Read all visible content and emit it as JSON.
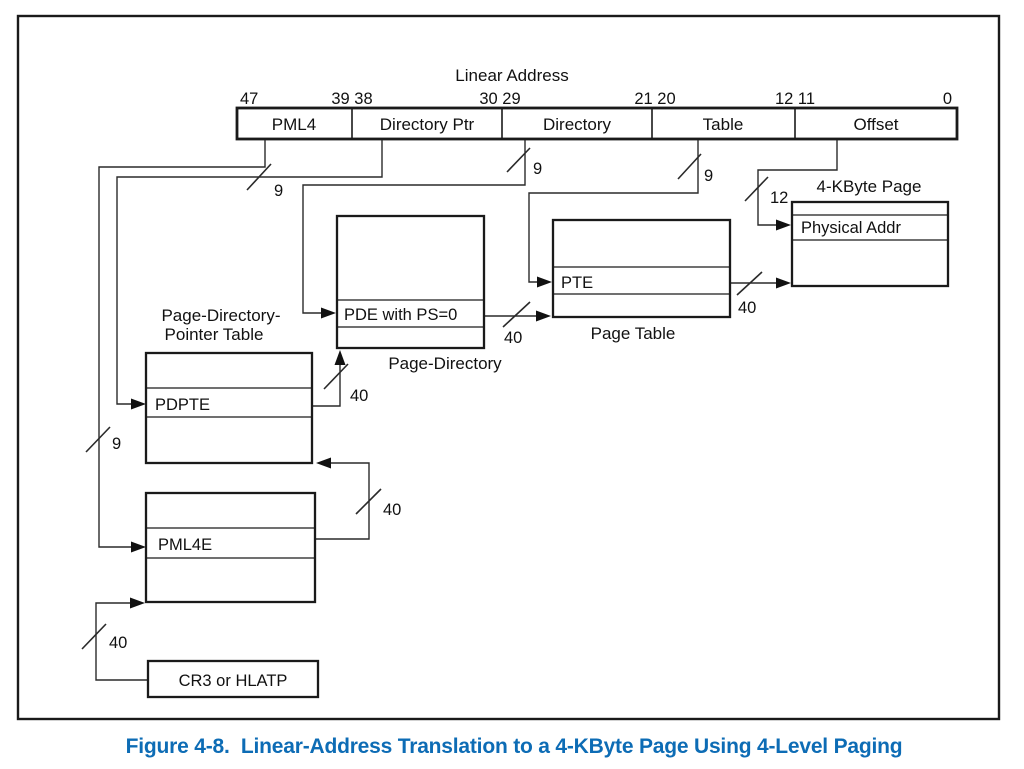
{
  "figure": {
    "caption": "Figure 4-8.  Linear-Address Translation to a 4-KByte Page Using 4-Level Paging"
  },
  "linear_address": {
    "title": "Linear Address",
    "fields": [
      {
        "label": "PML4"
      },
      {
        "label": "Directory Ptr"
      },
      {
        "label": "Directory"
      },
      {
        "label": "Table"
      },
      {
        "label": "Offset"
      }
    ],
    "bit_markers": [
      "47",
      "39 38",
      "30 29",
      "21 20",
      "12 11",
      "0"
    ]
  },
  "tables": {
    "page_directory": {
      "label": "Page-Directory",
      "entry": "PDE with PS=0"
    },
    "page_table": {
      "label": "Page Table",
      "entry": "PTE"
    },
    "page_4k": {
      "label": "4-KByte Page",
      "entry": "Physical Addr"
    },
    "pdpt": {
      "label_line1": "Page-Directory-",
      "label_line2": "Pointer Table",
      "entry": "PDPTE"
    },
    "pml4_table": {
      "entry": "PML4E"
    },
    "cr3": {
      "label": "CR3 or HLATP"
    }
  },
  "bus_widths": {
    "pml4_index": "9",
    "dirptr_index": "9",
    "directory_index": "9",
    "table_index": "9",
    "offset_bits": "12",
    "cr3_base": "40",
    "pml4e_base": "40",
    "pdpte_base": "40",
    "pde_base": "40",
    "pte_base": "40"
  },
  "colors": {
    "caption_blue": "#0d6cb5",
    "line_black": "#1a1a1a"
  }
}
